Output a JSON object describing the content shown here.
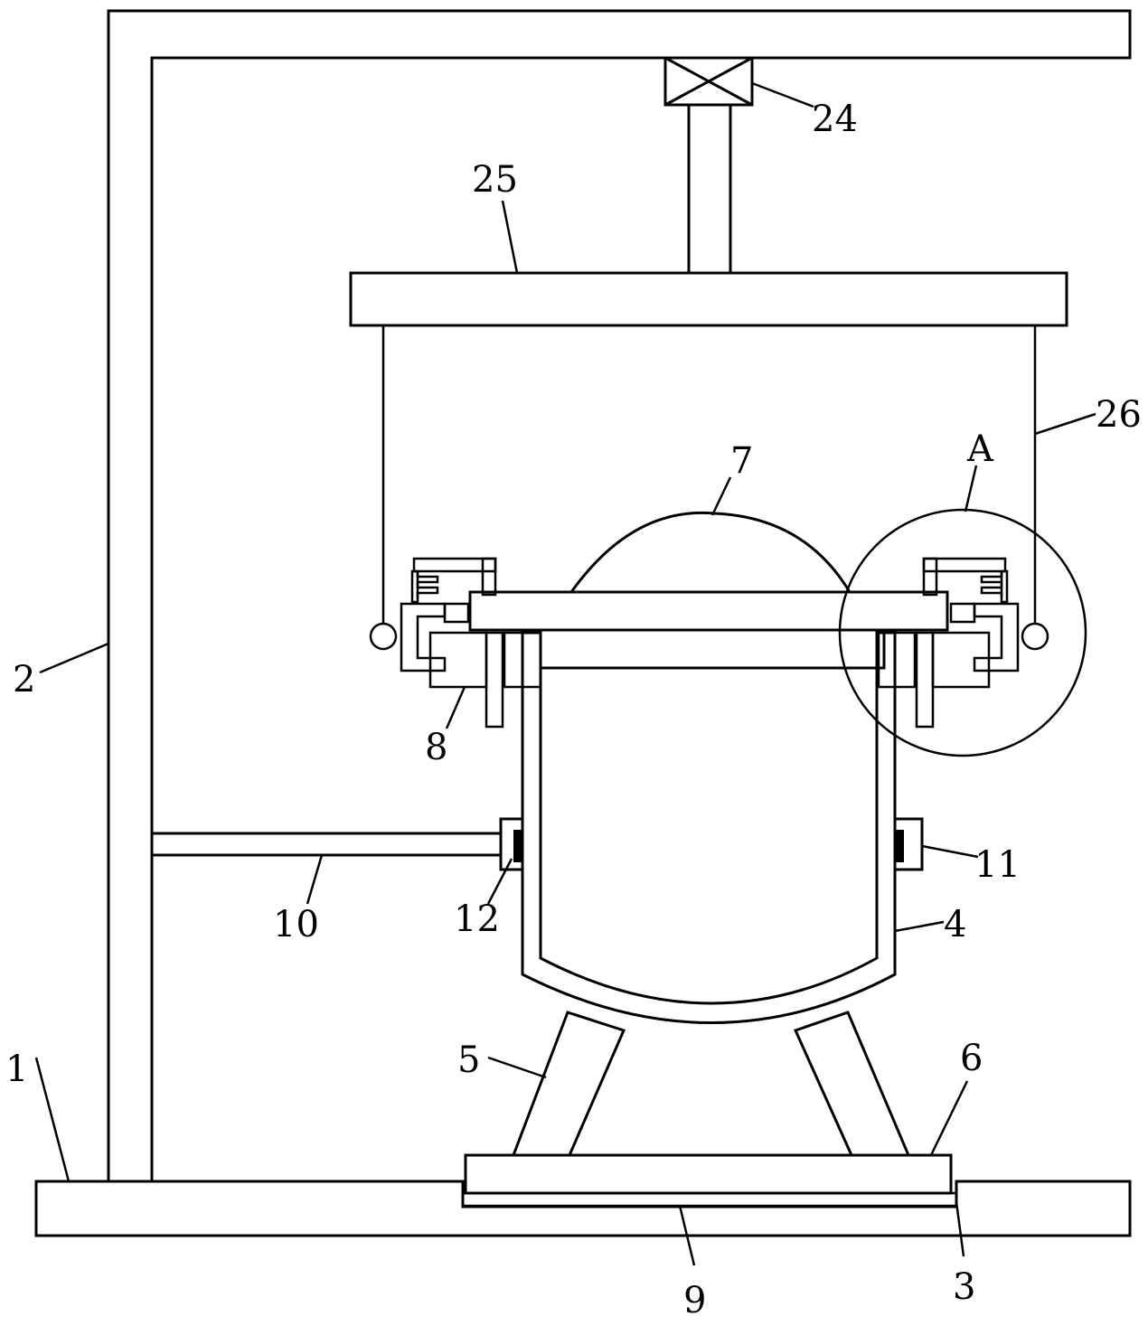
{
  "figure": {
    "type": "mechanical patent drawing",
    "labels": {
      "base": "1",
      "frame": "2",
      "groove": "3",
      "tank": "4",
      "support_leg": "5",
      "support_plate": "6",
      "dome_lid": "7",
      "clamp": "8",
      "liner": "9",
      "arm": "10",
      "ring_block": "11",
      "cushion": "12",
      "cylinder": "24",
      "lift_plate": "25",
      "hanging_rod": "26",
      "detail_a": "A"
    }
  }
}
